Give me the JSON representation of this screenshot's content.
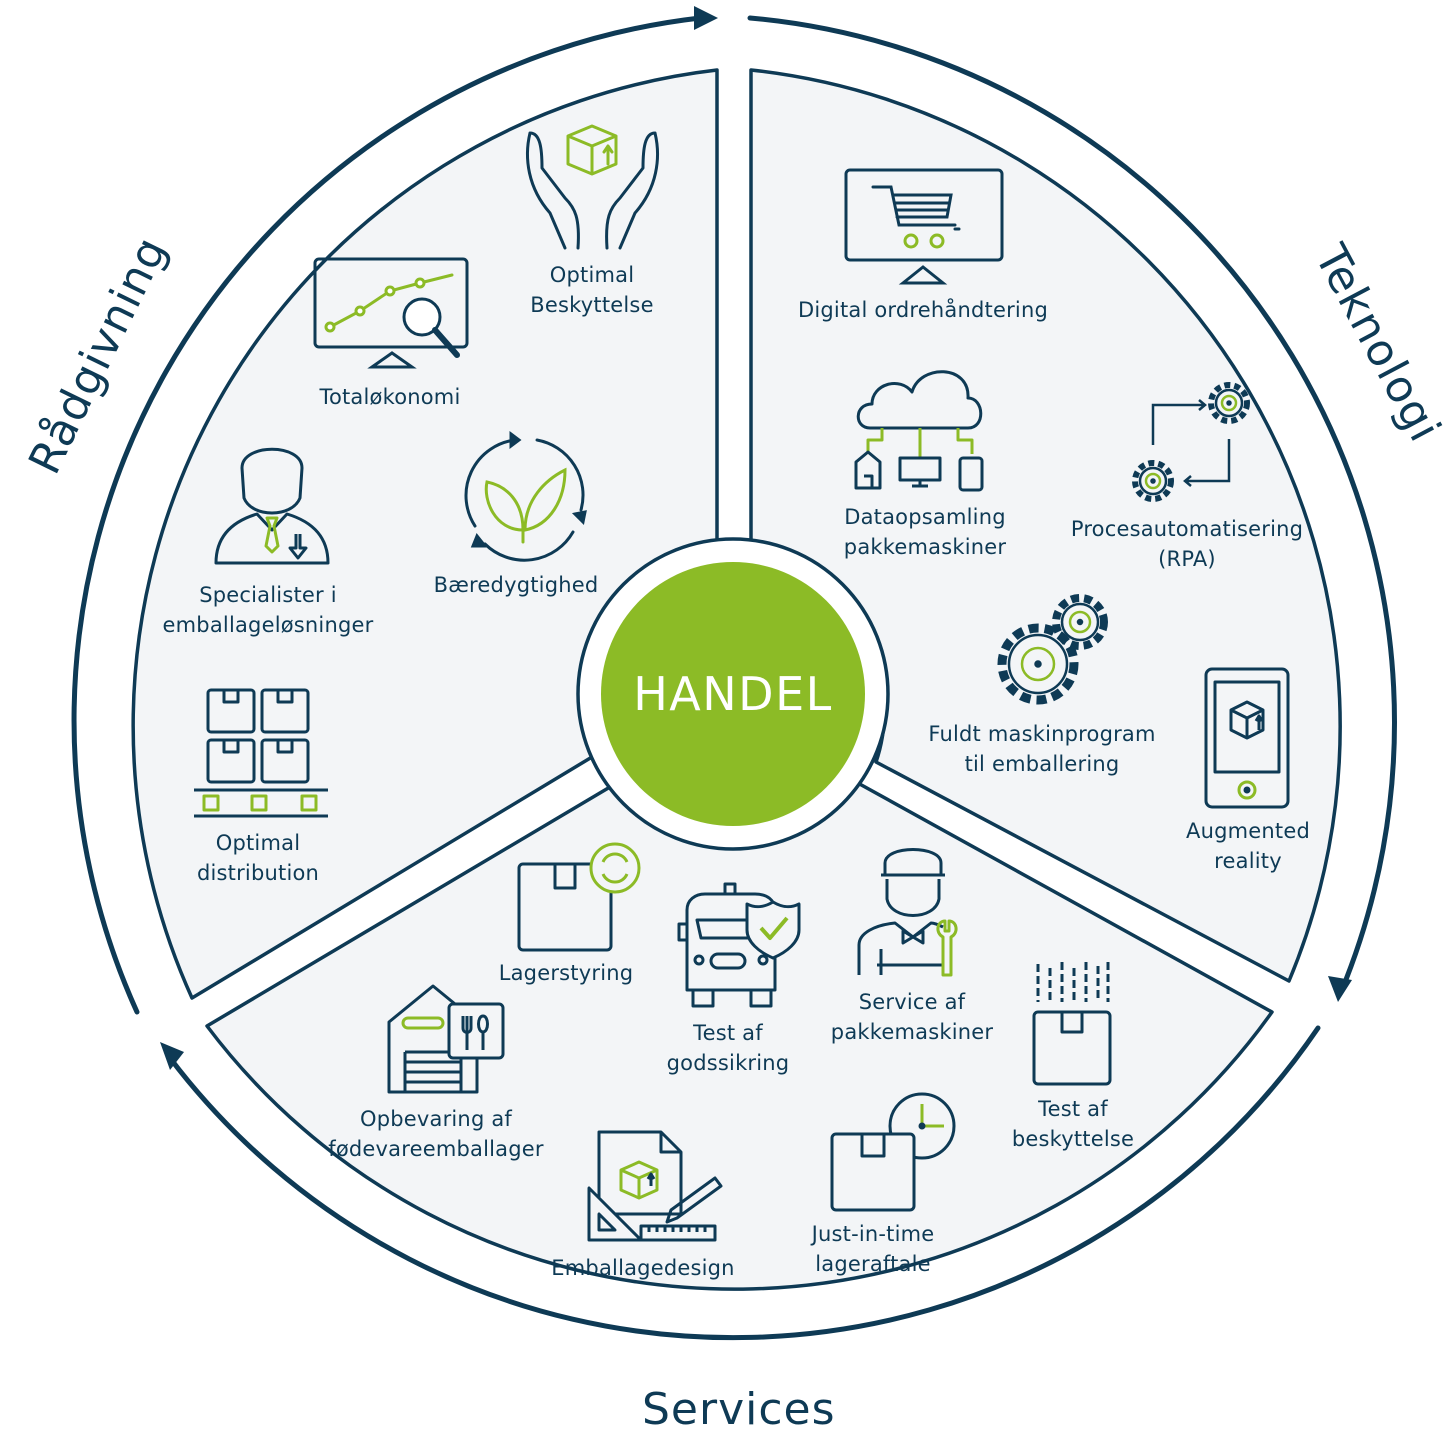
{
  "hub": {
    "label": "HANDEL"
  },
  "colors": {
    "navy": "#0e3a55",
    "green": "#8cbb26",
    "panel": "#f3f5f7"
  },
  "sections": {
    "radgivning": {
      "title": "Rådgivning",
      "items": [
        {
          "icon": "hands-box-icon",
          "lines": [
            "Optimal",
            "Beskyttelse"
          ]
        },
        {
          "icon": "monitor-chart-magnifier-icon",
          "lines": [
            "Totaløkonomi"
          ]
        },
        {
          "icon": "specialist-person-icon",
          "lines": [
            "Specialister i",
            "emballageløsninger"
          ]
        },
        {
          "icon": "leaf-cycle-icon",
          "lines": [
            "Bæredygtighed"
          ]
        },
        {
          "icon": "boxes-pallet-icon",
          "lines": [
            "Optimal",
            "distribution"
          ]
        }
      ]
    },
    "teknologi": {
      "title": "Teknologi",
      "items": [
        {
          "icon": "monitor-cart-icon",
          "lines": [
            "Digital ordrehåndtering"
          ]
        },
        {
          "icon": "cloud-network-icon",
          "lines": [
            "Dataopsamling",
            "pakkemaskiner"
          ]
        },
        {
          "icon": "gears-automation-icon",
          "lines": [
            "Procesautomatisering",
            "(RPA)"
          ]
        },
        {
          "icon": "gears-icon",
          "lines": [
            "Fuldt maskinprogram",
            "til emballering"
          ]
        },
        {
          "icon": "phone-box-icon",
          "lines": [
            "Augmented",
            "reality"
          ]
        }
      ]
    },
    "services": {
      "title": "Services",
      "items": [
        {
          "icon": "box-refresh-icon",
          "lines": [
            "Lagerstyring"
          ]
        },
        {
          "icon": "truck-shield-icon",
          "lines": [
            "Test af",
            "godssikring"
          ]
        },
        {
          "icon": "technician-icon",
          "lines": [
            "Service af",
            "pakkemaskiner"
          ]
        },
        {
          "icon": "box-impact-icon",
          "lines": [
            "Test af",
            "beskyttelse"
          ]
        },
        {
          "icon": "warehouse-food-icon",
          "lines": [
            "Opbevaring af",
            "fødevareemballager"
          ]
        },
        {
          "icon": "design-tools-icon",
          "lines": [
            "Emballagedesign"
          ]
        },
        {
          "icon": "box-clock-icon",
          "lines": [
            "Just-in-time",
            "lageraftale"
          ]
        }
      ]
    }
  }
}
